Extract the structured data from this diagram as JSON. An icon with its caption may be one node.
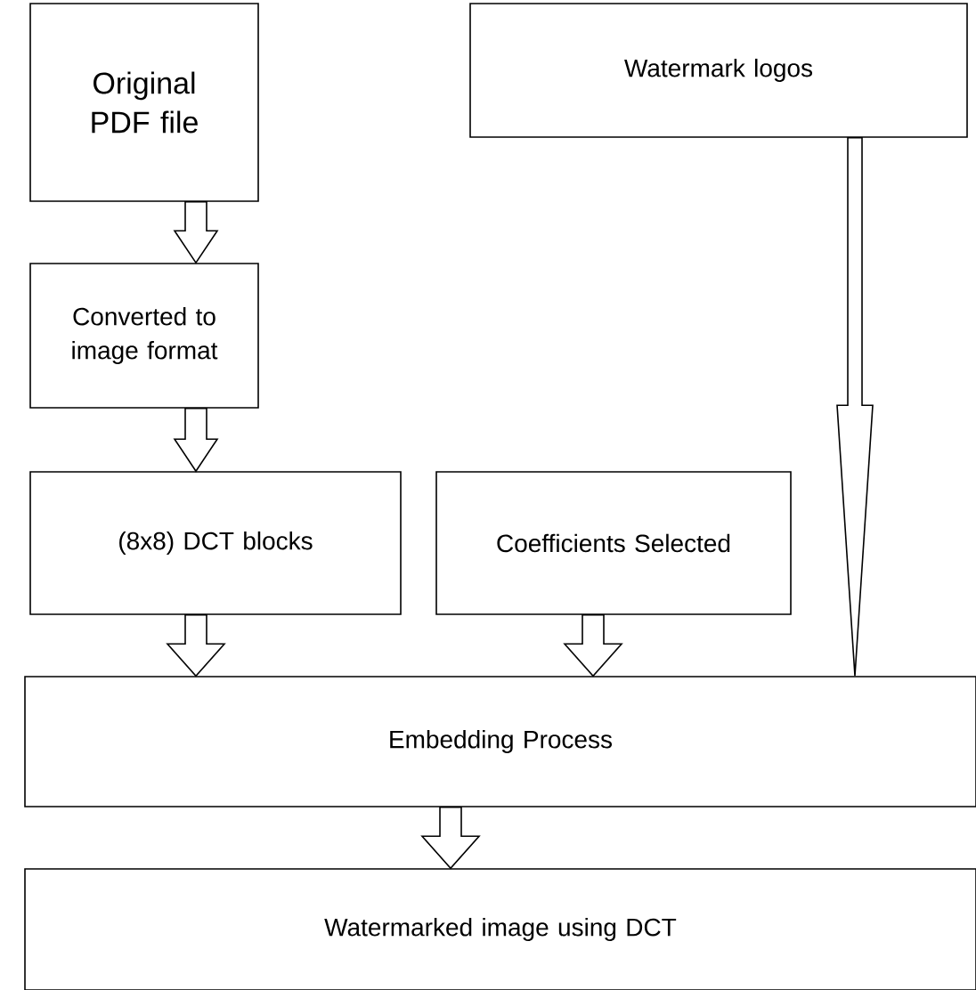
{
  "diagram": {
    "nodes": [
      {
        "text": [
          "Original PDF file"
        ]
      },
      {
        "text": [
          "Watermark logos"
        ]
      },
      {
        "text": [
          "Converted to image format"
        ]
      },
      {
        "text": [
          "(8x8) DCT blocks"
        ]
      },
      {
        "text": [
          "Coefficients Selected"
        ]
      },
      {
        "text": [
          "Embedding Process"
        ]
      },
      {
        "text": [
          "Watermarked image using DCT"
        ]
      }
    ],
    "edges": [
      {
        "from": 0,
        "to": 2,
        "arrow": "to"
      },
      {
        "from": 2,
        "to": 3,
        "arrow": "to"
      },
      {
        "from": 3,
        "to": 5,
        "arrow": "to"
      },
      {
        "from": 4,
        "to": 5,
        "arrow": "to"
      },
      {
        "from": 1,
        "to": 5,
        "arrow": "to"
      },
      {
        "from": 5,
        "to": 6,
        "arrow": "to"
      }
    ]
  }
}
